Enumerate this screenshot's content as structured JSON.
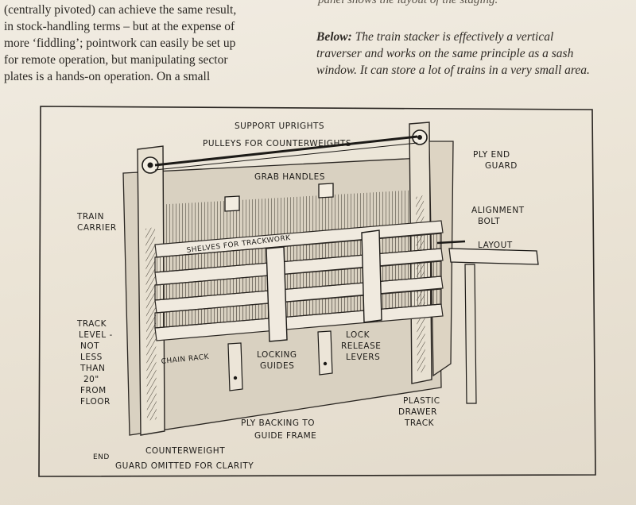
{
  "body_text": {
    "lines": [
      "(centrally pivoted) can achieve the same result,",
      "in stock-handling terms – but at the expense of",
      "more ‘fiddling’; pointwork can easily be set up",
      "for remote operation, but manipulating sector",
      "plates is a hands-on operation. On a small"
    ]
  },
  "caption_top": "panel shows the layout of the staging.",
  "caption": {
    "lead": "Below:",
    "text": "The train stacker is effectively a vertical traverser and works on the same principle as a sash window. It can store a lot of trains in a very small area."
  },
  "figure": {
    "labels": {
      "support_uprights": "SUPPORT UPRIGHTS",
      "pulleys": "PULLEYS FOR COUNTERWEIGHTS",
      "grab_handles": "GRAB HANDLES",
      "ply_end_guard_1": "PLY END",
      "ply_end_guard_2": "GUARD",
      "alignment_bolt_1": "ALIGNMENT",
      "alignment_bolt_2": "BOLT",
      "layout": "LAYOUT",
      "train_carrier_1": "TRAIN",
      "train_carrier_2": "CARRIER",
      "shelves": "SHELVES FOR TRACKWORK",
      "track_level_1": "TRACK",
      "track_level_2": "LEVEL -",
      "track_level_3": "NOT",
      "track_level_4": "LESS",
      "track_level_5": "THAN",
      "track_level_6": "20\"",
      "track_level_7": "FROM",
      "track_level_8": "FLOOR",
      "lock_release_1": "LOCK",
      "lock_release_2": "RELEASE",
      "lock_release_3": "LEVERS",
      "locking_guides_1": "LOCKING",
      "locking_guides_2": "GUIDES",
      "chain_rack": "CHAIN RACK",
      "plastic_drawer_1": "PLASTIC",
      "plastic_drawer_2": "DRAWER",
      "plastic_drawer_3": "TRACK",
      "ply_backing_1": "PLY BACKING TO",
      "ply_backing_2": "GUIDE FRAME",
      "counterweight": "COUNTERWEIGHT",
      "end_guard_omitted_1": "END",
      "end_guard_omitted_2": "GUARD OMITTED FOR CLARITY"
    }
  }
}
